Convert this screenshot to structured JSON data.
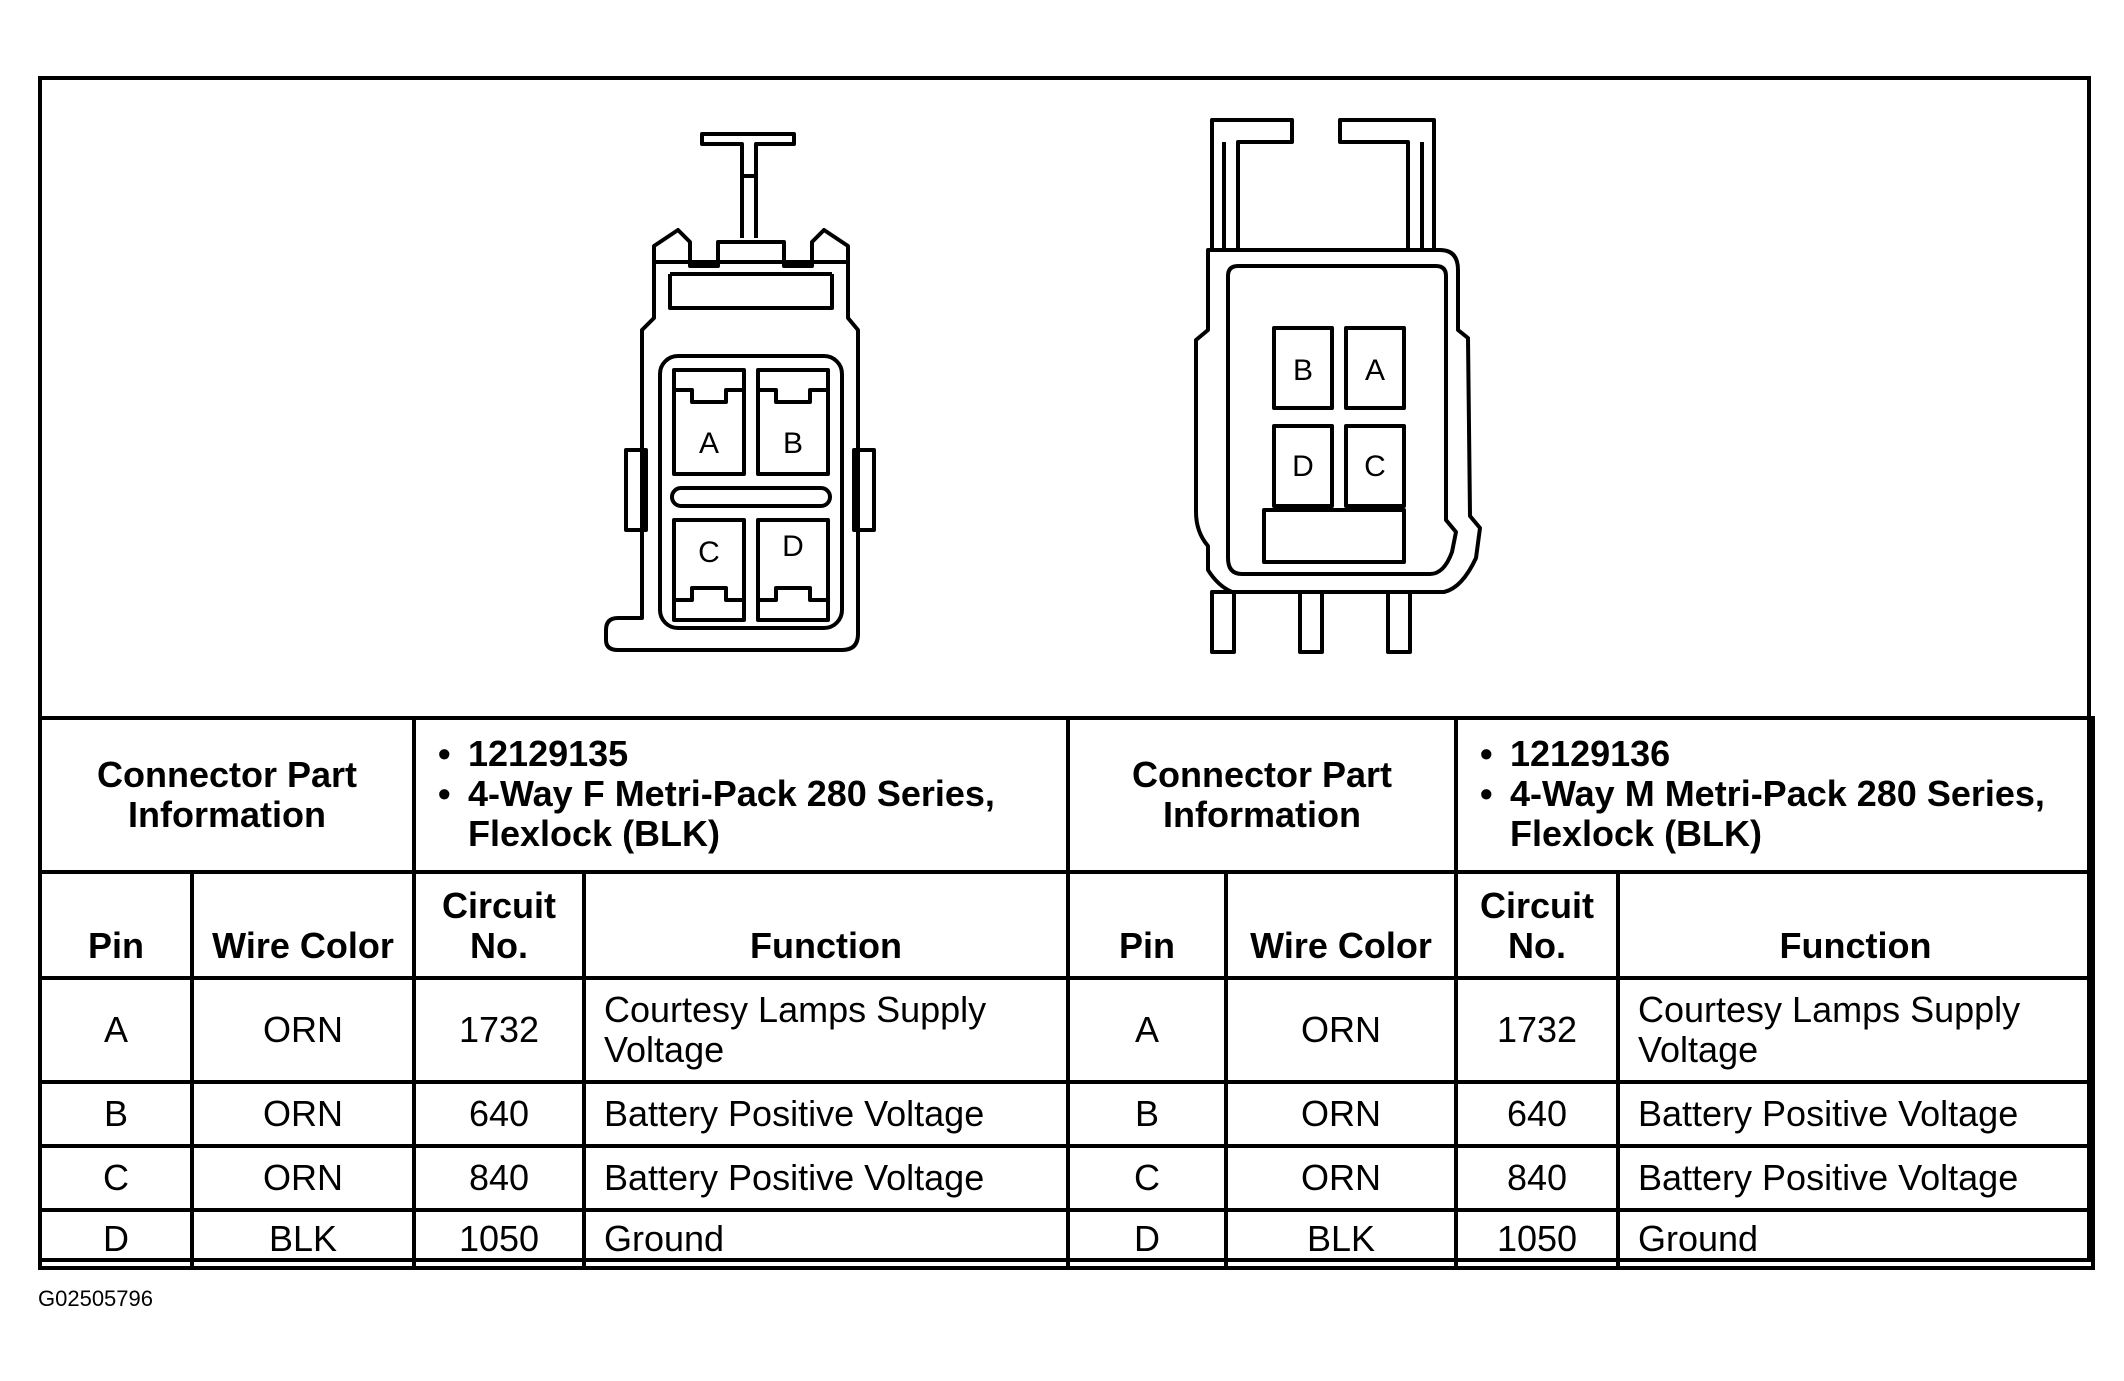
{
  "connectors": [
    {
      "part_info_label": "Connector Part Information",
      "part_lines": [
        "12129135",
        "4-Way F Metri-Pack 280 Series, Flexlock (BLK)"
      ],
      "pin_layout": [
        "A",
        "B",
        "C",
        "D"
      ]
    },
    {
      "part_info_label": "Connector Part Information",
      "part_lines": [
        "12129136",
        "4-Way M Metri-Pack 280 Series, Flexlock (BLK)"
      ],
      "pin_layout": [
        "B",
        "A",
        "D",
        "C"
      ]
    }
  ],
  "columns": {
    "left": {
      "pin": "Pin",
      "wire_color": "Wire Color",
      "circuit": "Circuit No.",
      "function": "Function"
    },
    "right": {
      "pin": "Pin",
      "wire_color": "Wire Color",
      "circuit": "Circuit No.",
      "function": "Function"
    }
  },
  "rows": [
    {
      "pin": "A",
      "wire_color": "ORN",
      "circuit": "1732",
      "function": "Courtesy Lamps Supply Voltage"
    },
    {
      "pin": "B",
      "wire_color": "ORN",
      "circuit": "640",
      "function": "Battery Positive Voltage"
    },
    {
      "pin": "C",
      "wire_color": "ORN",
      "circuit": "840",
      "function": "Battery Positive Voltage"
    },
    {
      "pin": "D",
      "wire_color": "BLK",
      "circuit": "1050",
      "function": "Ground"
    }
  ],
  "figure_id": "G02505796"
}
